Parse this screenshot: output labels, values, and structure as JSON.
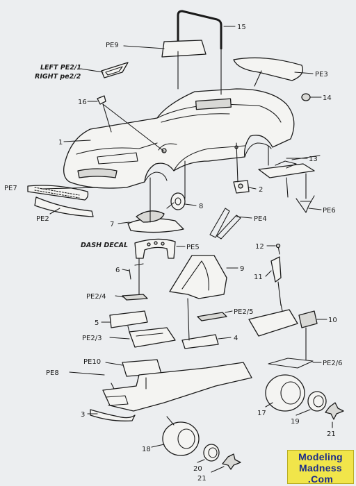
{
  "labels": {
    "p15": "15",
    "pe9": "PE9",
    "pe3": "PE3",
    "left": "LEFT PE2/1",
    "right": "RIGHT pe2/2",
    "p16": "16",
    "p14": "14",
    "p1": "1",
    "p13": "13",
    "pe7": "PE7",
    "p2": "2",
    "p8": "8",
    "pe6": "PE6",
    "pe2": "PE2",
    "p7": "7",
    "pe4": "PE4",
    "dash": "DASH DECAL",
    "pe5": "PE5",
    "p12": "12",
    "p6": "6",
    "p9": "9",
    "p11": "11",
    "pe24": "PE2/4",
    "pe25": "PE2/5",
    "p10": "10",
    "p5": "5",
    "pe23": "PE2/3",
    "p4": "4",
    "pe10": "PE10",
    "pe26": "PE2/6",
    "pe8": "PE8",
    "p3": "3",
    "p17": "17",
    "p19": "19",
    "p21a": "21",
    "p18": "18",
    "p20": "20",
    "p21b": "21"
  },
  "watermark": {
    "line1": "Modeling",
    "line2": "Madness",
    "line3": ".Com"
  },
  "colors": {
    "badge_bg": "#f1e54a",
    "badge_text": "#1c2c8a",
    "ink": "#1a1a1a",
    "paper": "#eceef0"
  }
}
